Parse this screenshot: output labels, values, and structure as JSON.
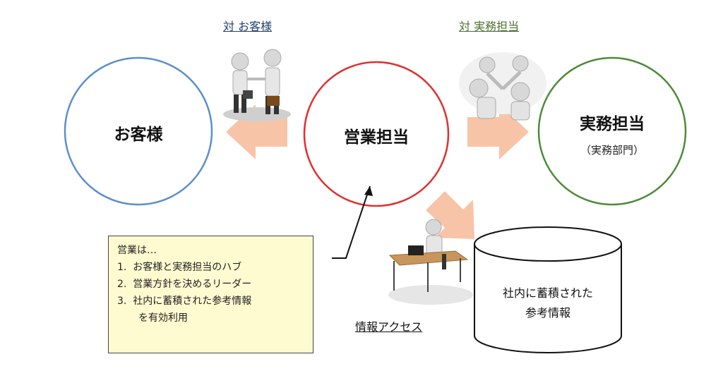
{
  "labels": {
    "to_customer": "対 お客様",
    "to_operations": "対 実務担当",
    "info_access": "情報アクセス"
  },
  "nodes": {
    "customer": "お客様",
    "sales": "営業担当",
    "operations": "実務担当",
    "operations_sub": "（実務部門）"
  },
  "database": {
    "line1": "社内に蓄積された",
    "line2": "参考情報"
  },
  "note": {
    "title": "営業は…",
    "items": [
      {
        "num": "1.",
        "text": "お客様と実務担当のハブ"
      },
      {
        "num": "2.",
        "text": "営業方針を決めるリーダー"
      },
      {
        "num": "3.",
        "text": "社内に蓄積された参考情報"
      }
    ],
    "item3_cont": "を有効利用"
  },
  "colors": {
    "customer_circle": "#5b8fcf",
    "sales_circle": "#e03030",
    "operations_circle": "#4e8a3a",
    "arrow": "#f7c4a8",
    "note_bg": "#fefbd0"
  }
}
